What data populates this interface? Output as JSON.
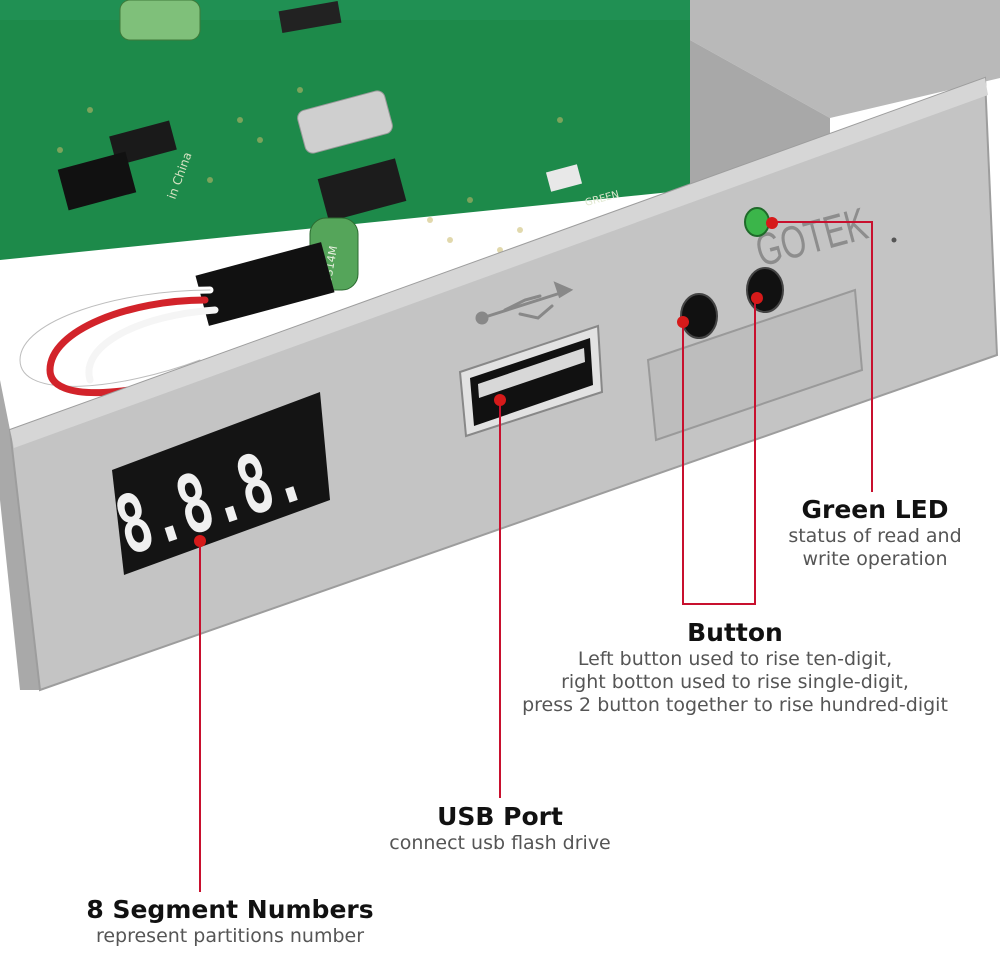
{
  "device": {
    "brand": "GOTEK",
    "display_digits": "8.8.8.",
    "pcb_marking": "GREEN",
    "made_in": "in China",
    "capacitor_text": "3314M",
    "led_color": "#3bb54a"
  },
  "colors": {
    "callout_line": "#c8102e",
    "callout_dot": "#d61a1a",
    "panel": "#c3c3c3",
    "pcb": "#1d8a4a",
    "display_bg": "#141414",
    "display_segment": "#ffffff"
  },
  "callouts": {
    "green_led": {
      "title": "Green LED",
      "desc_lines": [
        "status of read and",
        "write operation"
      ]
    },
    "button": {
      "title": "Button",
      "desc_lines": [
        "Left button used to rise ten-digit,",
        "right botton used to rise single-digit,",
        "press 2 button together to rise hundred-digit"
      ]
    },
    "usb_port": {
      "title": "USB Port",
      "desc_lines": [
        "connect usb flash drive"
      ]
    },
    "segment_numbers": {
      "title": "8 Segment Numbers",
      "desc_lines": [
        "represent partitions number"
      ]
    }
  }
}
